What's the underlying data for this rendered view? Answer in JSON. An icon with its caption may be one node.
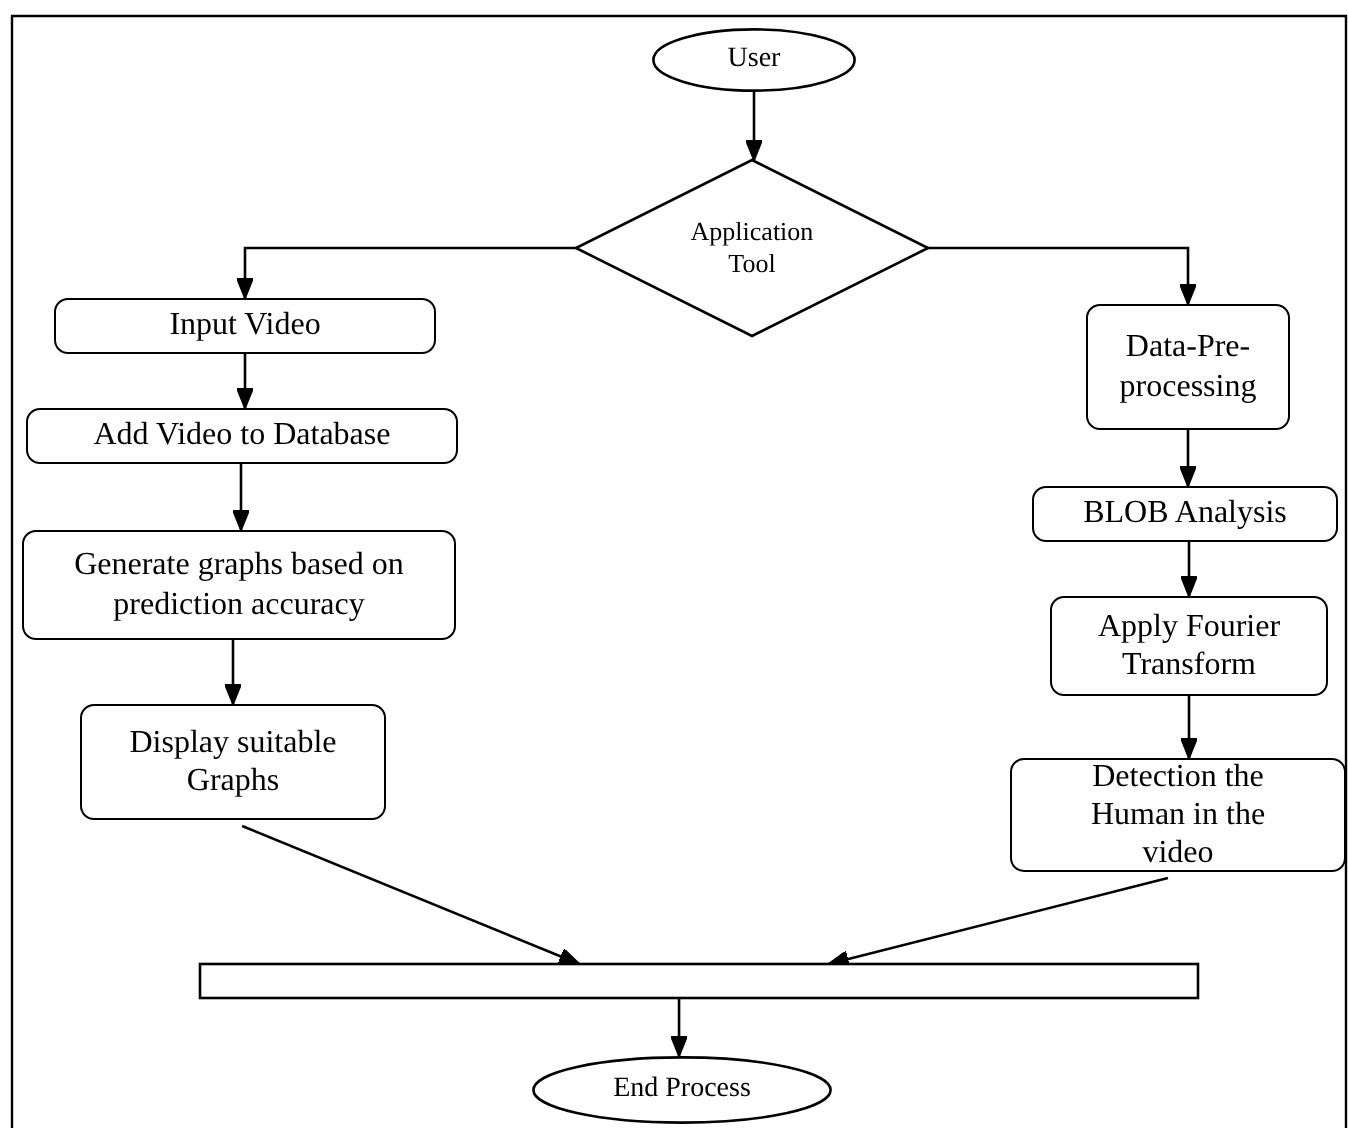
{
  "diagram": {
    "nodes": [
      {
        "text": [
          "User"
        ]
      },
      {
        "text": [
          "Application Tool"
        ]
      },
      {
        "text": [
          "Input Video"
        ]
      },
      {
        "text": [
          "Add Video to Database"
        ]
      },
      {
        "text": [
          "Generate graphs based on prediction accuracy"
        ]
      },
      {
        "text": [
          "Display suitable Graphs"
        ]
      },
      {
        "text": [
          "Data-Pre-processing"
        ]
      },
      {
        "text": [
          "BLOB Analysis"
        ]
      },
      {
        "text": [
          "Apply Fourier Transform"
        ]
      },
      {
        "text": [
          "Detection the Human in the video"
        ]
      },
      {
        "text": [],
        "shape": "bar"
      },
      {
        "text": [
          "End Process"
        ]
      }
    ],
    "edges": [
      {
        "from": 0,
        "to": 1,
        "arrow": "to"
      },
      {
        "from": 1,
        "to": 2,
        "arrow": "to"
      },
      {
        "from": 1,
        "to": 6,
        "arrow": "to"
      },
      {
        "from": 2,
        "to": 3,
        "arrow": "to"
      },
      {
        "from": 3,
        "to": 4,
        "arrow": "to"
      },
      {
        "from": 4,
        "to": 5,
        "arrow": "to"
      },
      {
        "from": 6,
        "to": 7,
        "arrow": "to"
      },
      {
        "from": 7,
        "to": 8,
        "arrow": "to"
      },
      {
        "from": 8,
        "to": 9,
        "arrow": "to"
      },
      {
        "from": 5,
        "to": 10,
        "arrow": "to"
      },
      {
        "from": 9,
        "to": 10,
        "arrow": "to"
      },
      {
        "from": 10,
        "to": 11,
        "arrow": "to"
      }
    ]
  }
}
